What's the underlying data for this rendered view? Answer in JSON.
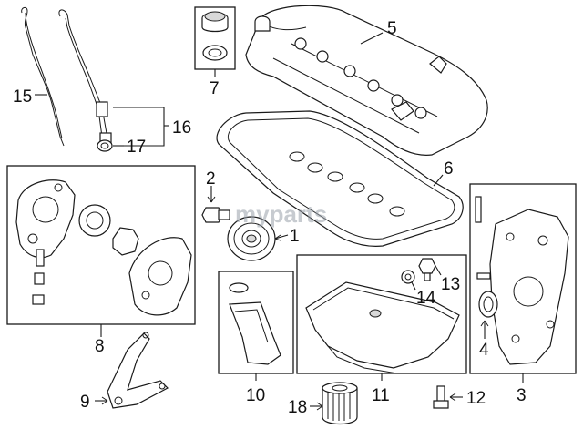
{
  "watermark": "myparts",
  "callouts": {
    "c1": "1",
    "c2": "2",
    "c3": "3",
    "c4": "4",
    "c5": "5",
    "c6": "6",
    "c7": "7",
    "c8": "8",
    "c9": "9",
    "c10": "10",
    "c11": "11",
    "c12": "12",
    "c13": "13",
    "c14": "14",
    "c15": "15",
    "c16": "16",
    "c17": "17",
    "c18": "18"
  },
  "colors": {
    "ink": "#1a1a1a",
    "paper": "#ffffff",
    "watermark": "#9aa2ab"
  }
}
